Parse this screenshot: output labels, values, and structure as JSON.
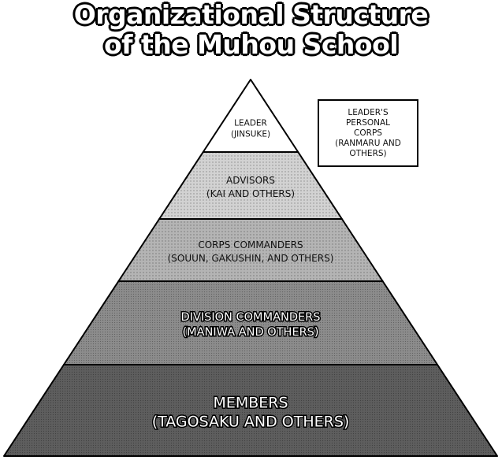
{
  "title": {
    "line1": "Organizational Structure",
    "line2": "of the Muhou School"
  },
  "tiers": [
    {
      "name": "LEADER",
      "detail": "(JINSUKE)"
    },
    {
      "name": "ADVISORS",
      "detail": "(KAI AND OTHERS)"
    },
    {
      "name": "CORPS COMMANDERS",
      "detail": "(SOUUN, GAKUSHIN, AND OTHERS)"
    },
    {
      "name": "DIVISION COMMANDERS",
      "detail": "(MANIWA AND OTHERS)"
    },
    {
      "name": "MEMBERS",
      "detail": "(TAGOSAKU AND OTHERS)"
    }
  ],
  "side_box": {
    "text": "LEADER'S\nPERSONAL\nCORPS\n(RANMARU AND\nOTHERS)"
  },
  "colors": {
    "tier_fills": [
      "#ffffff",
      "#d2d2d2",
      "#b4b4b4",
      "#8c8c8c",
      "#5e5e5e"
    ],
    "outline": "#000000"
  }
}
